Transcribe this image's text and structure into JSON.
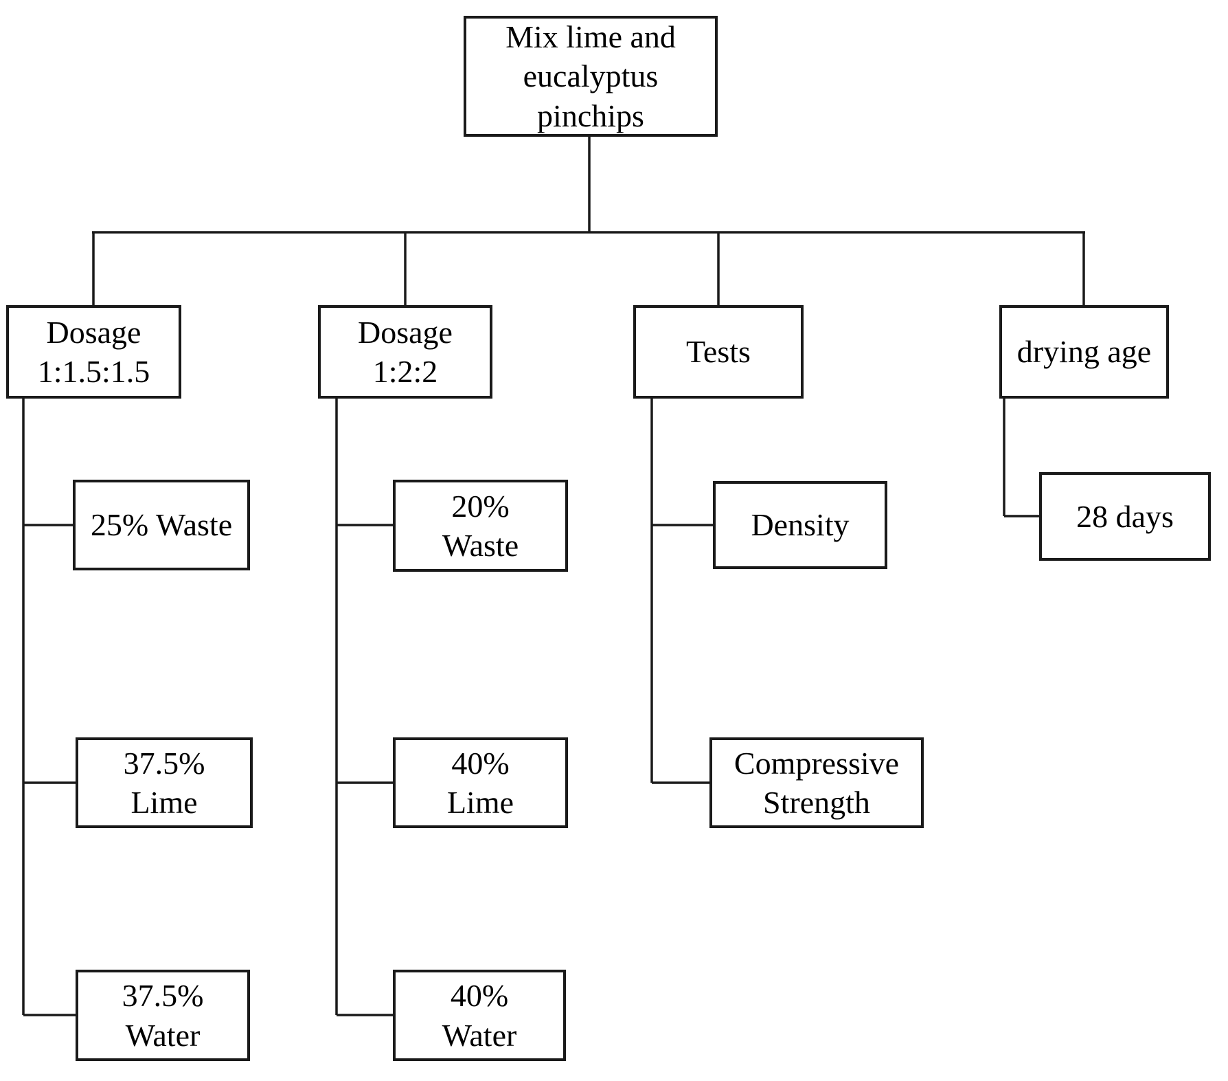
{
  "flowchart": {
    "root": {
      "label": "Mix lime and\neucalyptus\npinchips"
    },
    "branches": [
      {
        "label": "Dosage\n1:1.5:1.5",
        "children": [
          {
            "label": "25% Waste"
          },
          {
            "label": "37.5%\nLime"
          },
          {
            "label": "37.5%\nWater"
          }
        ]
      },
      {
        "label": "Dosage\n1:2:2",
        "children": [
          {
            "label": "20%\nWaste"
          },
          {
            "label": "40%\nLime"
          },
          {
            "label": "40%\nWater"
          }
        ]
      },
      {
        "label": "Tests",
        "children": [
          {
            "label": "Density"
          },
          {
            "label": "Compressive\nStrength"
          }
        ]
      },
      {
        "label": "drying age",
        "children": [
          {
            "label": "28 days"
          }
        ]
      }
    ]
  },
  "colors": {
    "line": "#1a1a1a",
    "text": "#000000",
    "background": "#ffffff"
  }
}
